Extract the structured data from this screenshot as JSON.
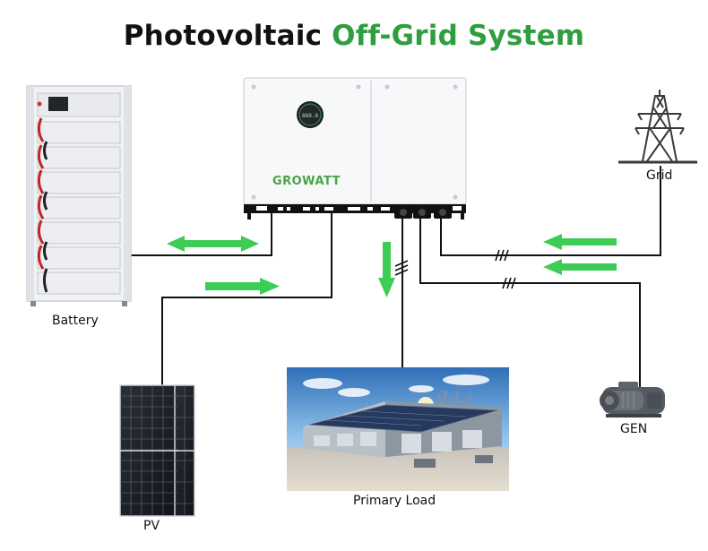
{
  "title": {
    "part1": "Photovoltaic ",
    "part2": "Off-Grid System"
  },
  "inverter": {
    "brand": "GROWATT",
    "display_text": "888.8"
  },
  "labels": {
    "battery": "Battery",
    "grid": "Grid",
    "pv": "PV",
    "primary_load": "Primary Load",
    "gen": "GEN"
  },
  "colors": {
    "accent": "#2e9e3e",
    "arrow": "#3dcc55",
    "wire": "#111111"
  },
  "icons": [
    "battery-rack-icon",
    "inverter-icon",
    "transmission-tower-icon",
    "solar-panel-icon",
    "factory-icon",
    "generator-icon"
  ]
}
